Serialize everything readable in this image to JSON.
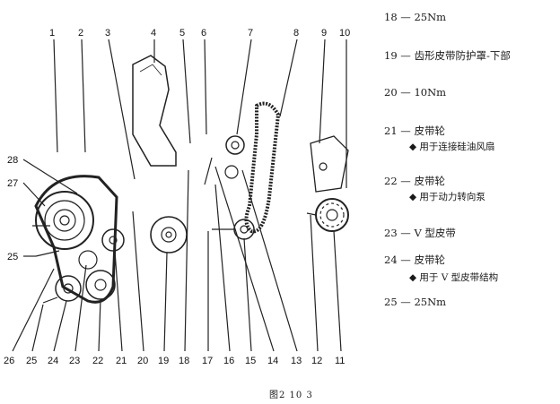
{
  "callouts_top": [
    "1",
    "2",
    "3",
    "4",
    "5",
    "6",
    "7",
    "8",
    "9",
    "10"
  ],
  "callouts_bottom": [
    "26",
    "25",
    "24",
    "23",
    "22",
    "21",
    "20",
    "19",
    "18",
    "17",
    "16",
    "15",
    "14",
    "13",
    "12",
    "11"
  ],
  "callouts_left": [
    "28",
    "27",
    "25"
  ],
  "legend": [
    {
      "id": "18",
      "text": "18 — 25Nm"
    },
    {
      "id": "19",
      "text": "19 — 齿形皮带防护罩-下部"
    },
    {
      "id": "20",
      "text": "20 — 10Nm"
    },
    {
      "id": "21",
      "text": "21 — 皮带轮",
      "sub": "◆ 用于连接硅油风扇"
    },
    {
      "id": "22",
      "text": "22 — 皮带轮",
      "sub": "◆ 用于动力转向泵"
    },
    {
      "id": "23",
      "text": "23 — V 型皮带"
    },
    {
      "id": "24",
      "text": "24 — 皮带轮",
      "sub": "◆ 用于 V 型皮带结构"
    },
    {
      "id": "25",
      "text": "25 — 25Nm"
    }
  ],
  "caption": "图2 10 3"
}
